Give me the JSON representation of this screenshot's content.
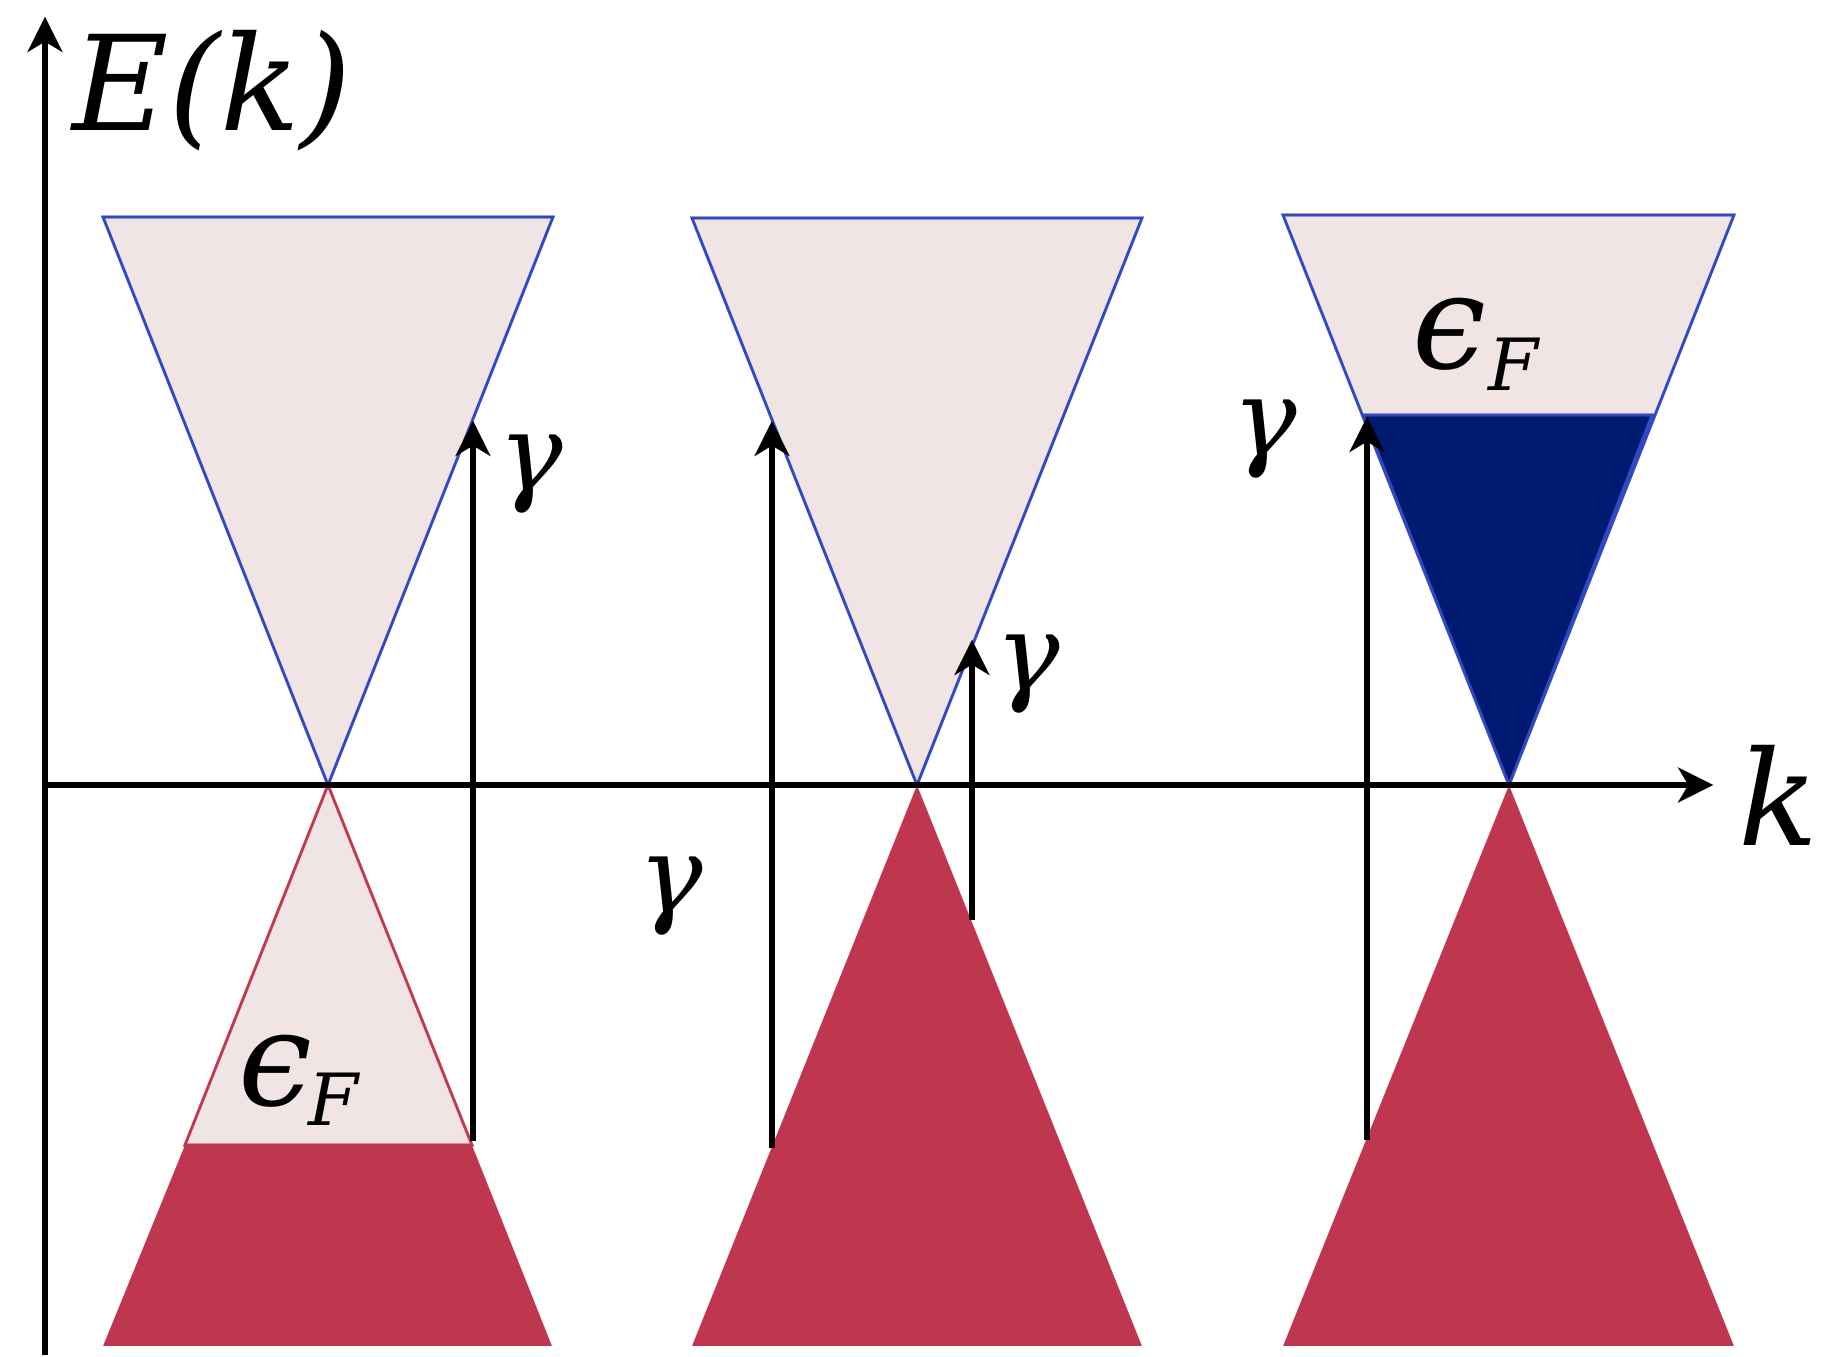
{
  "labels": {
    "energy_axis": "E(k)",
    "momentum_axis": "k",
    "photon": "γ",
    "fermi_symbol": "ϵ",
    "fermi_subscript": "F"
  },
  "colors": {
    "empty_state": "#f0e4e5",
    "filled_valence": "#be374f",
    "filled_conduction": "#001a72",
    "cone_edge_blue": "#3148c0",
    "cone_edge_red": "#c0394f",
    "axes": "#000000"
  }
}
